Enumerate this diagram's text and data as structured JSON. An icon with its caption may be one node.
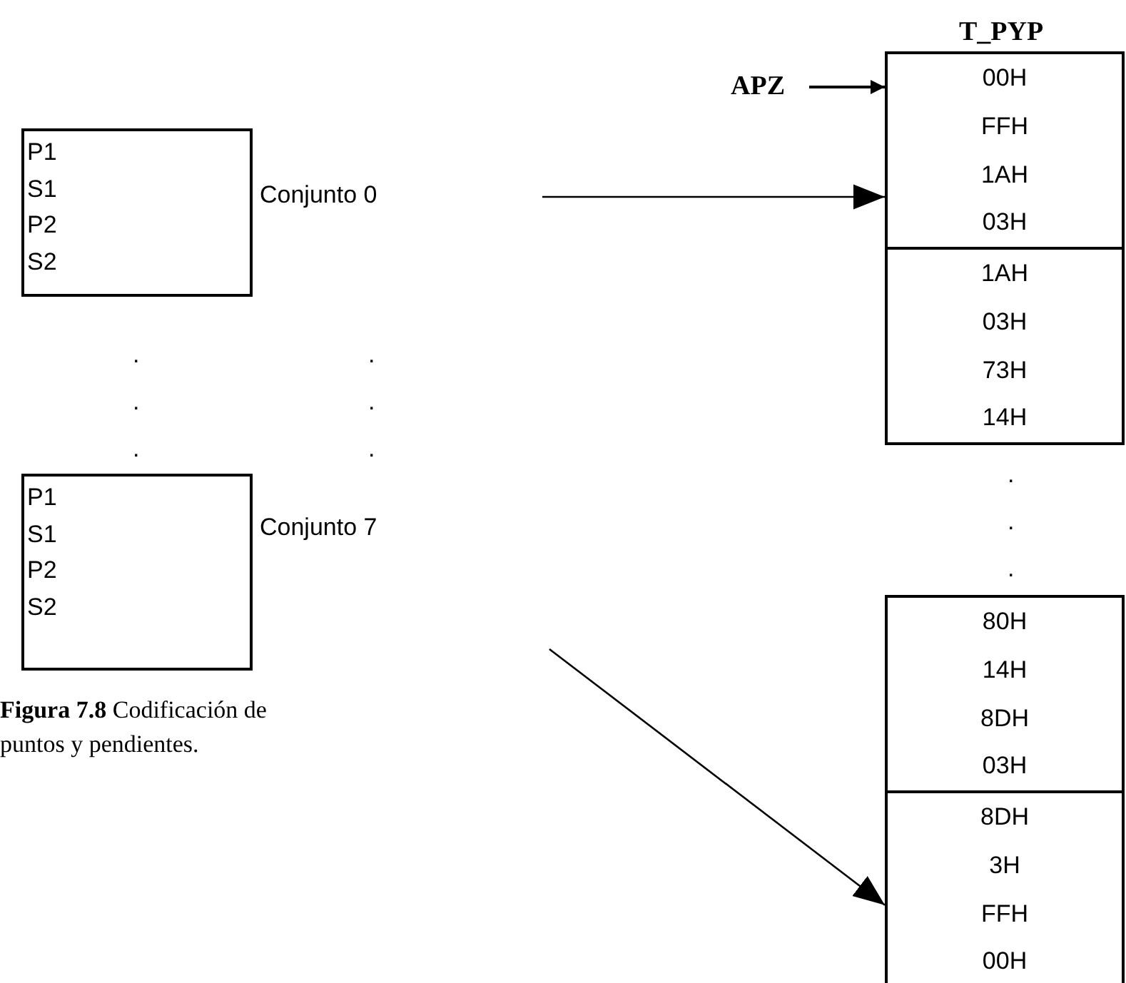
{
  "diagram": {
    "caption": "**Figura 7.8** Codificación de puntos y pendientes.",
    "nodes": [
      {
        "text": [
          "P1",
          "S1",
          "P2",
          "S2"
        ],
        "beside": [
          "Conjunto 0"
        ]
      },
      {
        "text": [
          "P1",
          "S1",
          "P2",
          "S2"
        ],
        "beside": [
          "Conjunto 7"
        ]
      },
      {
        "text": [
          "APZ"
        ]
      },
      {
        "text": [
          "00H",
          "FFH",
          "1AH",
          "03H"
        ]
      },
      {
        "text": [
          "1AH",
          "03H",
          "73H",
          "14H"
        ]
      },
      {
        "text": [
          "80H",
          "14H",
          "8DH",
          "03H"
        ]
      },
      {
        "text": [
          "8DH",
          "3H",
          "FFH",
          "00H"
        ]
      }
    ],
    "edges": [
      {
        "from": null,
        "to": 3,
        "arrow": "to"
      },
      {
        "from": null,
        "to": 6,
        "arrow": "to"
      },
      {
        "from": 2,
        "to": 3,
        "arrow": "to"
      }
    ],
    "labels": [
      "T_PYP",
      ".",
      ".",
      ".",
      ".",
      ".",
      ".",
      ".",
      ".",
      "."
    ]
  }
}
